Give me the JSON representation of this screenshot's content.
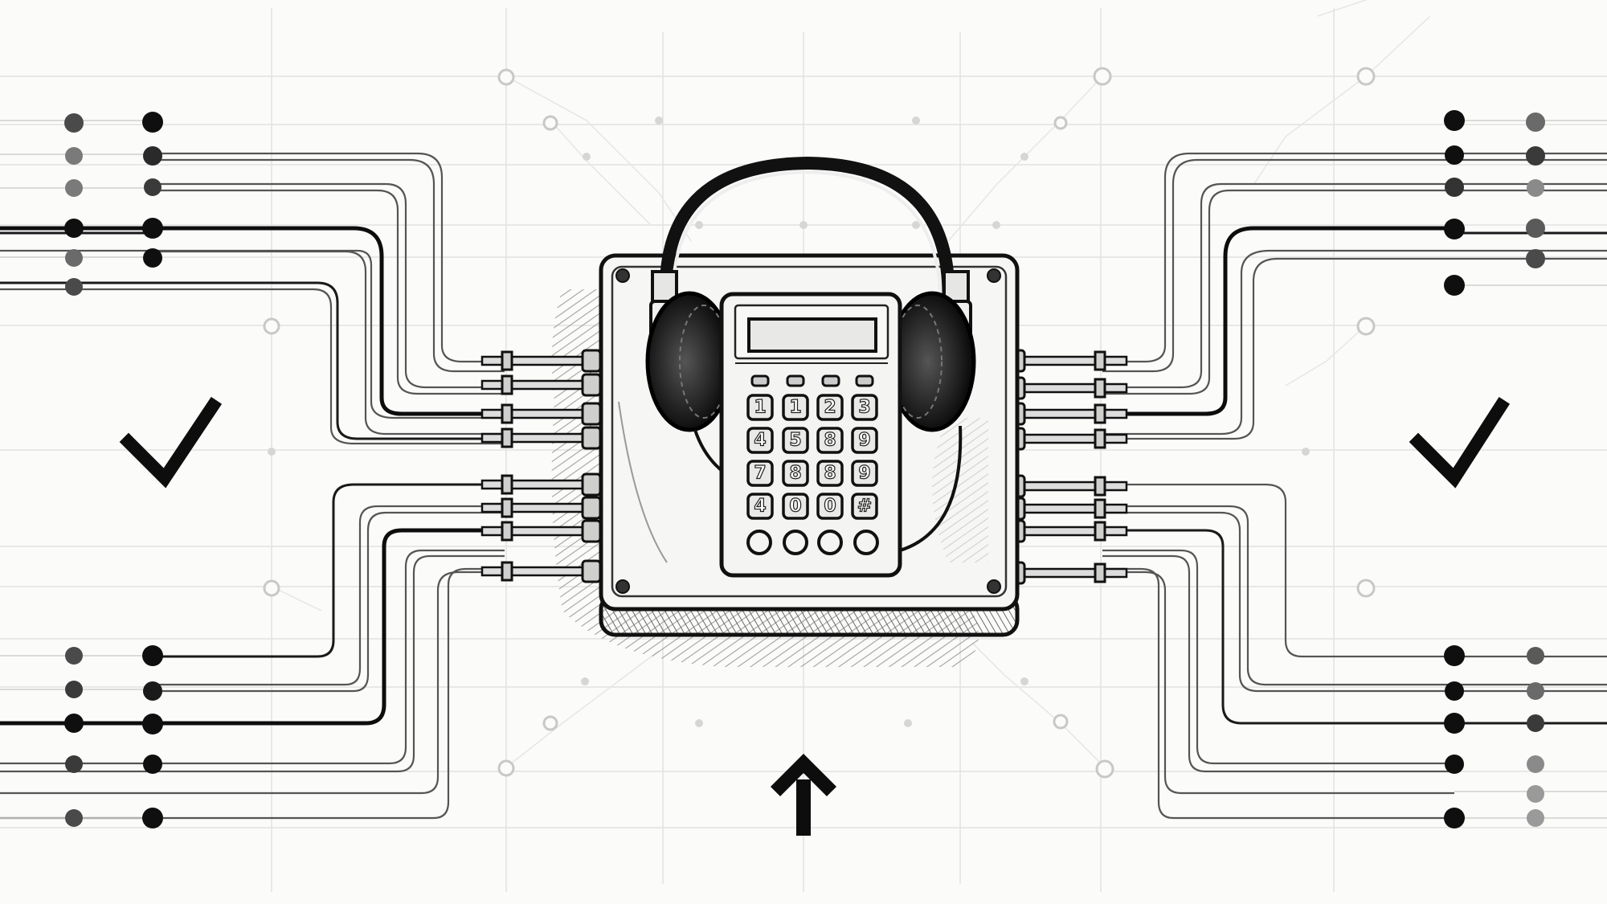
{
  "illustration": {
    "subject": "Pencil sketch of a keypad terminal wearing headphones, wired to symmetric dot arrays",
    "colors": {
      "background": "#fbfbfa",
      "ink": "#111111",
      "grid": "#e2e2e0",
      "shade": "#9a9a98",
      "dot_dark": "#0f0f0f",
      "dot_mid": "#4a4a4a",
      "dot_light": "#7a7a7a"
    },
    "symbols": {
      "left_check": "✓",
      "right_check": "✓",
      "bottom_arrow": "↑"
    },
    "keypad": {
      "display": "",
      "function_keys": 4,
      "rows": [
        [
          "1",
          "1",
          "2",
          "3"
        ],
        [
          "4",
          "5",
          "8",
          "9"
        ],
        [
          "7",
          "8",
          "8",
          "9"
        ],
        [
          "4",
          "0",
          "0",
          "#"
        ]
      ],
      "round_buttons": 4
    },
    "left_dots": {
      "outer_column": [
        "mid",
        "light",
        "light",
        "dark",
        "light",
        "mid",
        "",
        "",
        "mid",
        "mid",
        "dark",
        "mid",
        "mid"
      ],
      "inner_column": [
        "dark",
        "dark",
        "mid",
        "dark",
        "dark",
        "",
        "",
        "",
        "dark",
        "dark",
        "dark",
        "dark",
        "dark"
      ]
    },
    "right_dots": {
      "inner_column": [
        "dark",
        "dark",
        "mid",
        "dark",
        "",
        "dark",
        "",
        "",
        "dark",
        "dark",
        "dark",
        "dark",
        "dark"
      ],
      "outer_column": [
        "mid",
        "mid",
        "light",
        "mid",
        "mid",
        "",
        "",
        "",
        "mid",
        "mid",
        "mid",
        "light",
        "light"
      ]
    },
    "connectors_per_side": 8
  }
}
